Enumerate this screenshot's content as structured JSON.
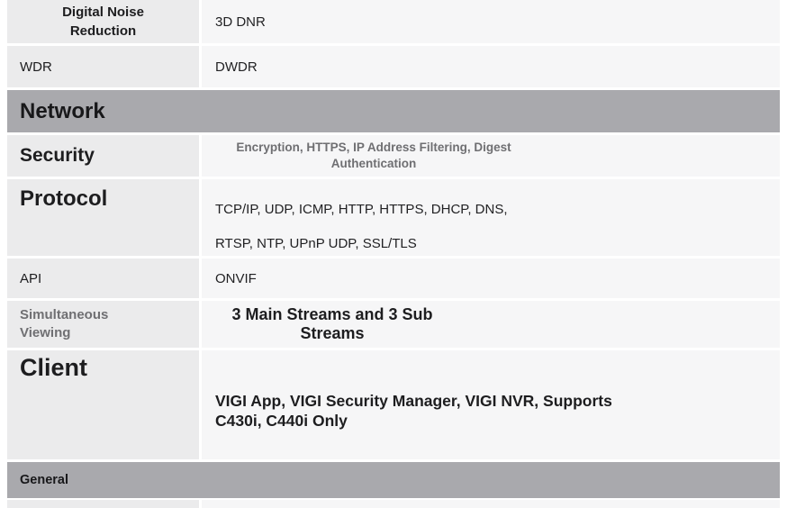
{
  "colors": {
    "section_bar": "#a9a9ad",
    "label_cell": "#ebebec",
    "value_cell": "#f6f6f7",
    "dark_text": "#1d1d1f",
    "gray_text": "#6f6f72"
  },
  "table": {
    "rows": {
      "dnr": {
        "label": "Digital Noise\nReduction",
        "value": "3D DNR"
      },
      "wdr": {
        "label": "WDR",
        "value": "DWDR"
      },
      "network_section": {
        "label": "Network"
      },
      "security": {
        "label": "Security",
        "value": "Encryption, HTTPS, IP Address Filtering, Digest\nAuthentication"
      },
      "protocol": {
        "label": "Protocol",
        "value": "TCP/IP, UDP, ICMP, HTTP, HTTPS, DHCP, DNS,\nRTSP, NTP, UPnP UDP, SSL/TLS"
      },
      "api": {
        "label": "API",
        "value": "ONVIF"
      },
      "simultaneous_viewing": {
        "label": "Simultaneous\nViewing",
        "value": "3 Main Streams and 3 Sub\nStreams"
      },
      "client": {
        "label": "Client",
        "value": "VIGI App, VIGI Security Manager, VIGI NVR, Supports\nC430i, C440i Only"
      },
      "general_section": {
        "label": "General"
      }
    }
  }
}
